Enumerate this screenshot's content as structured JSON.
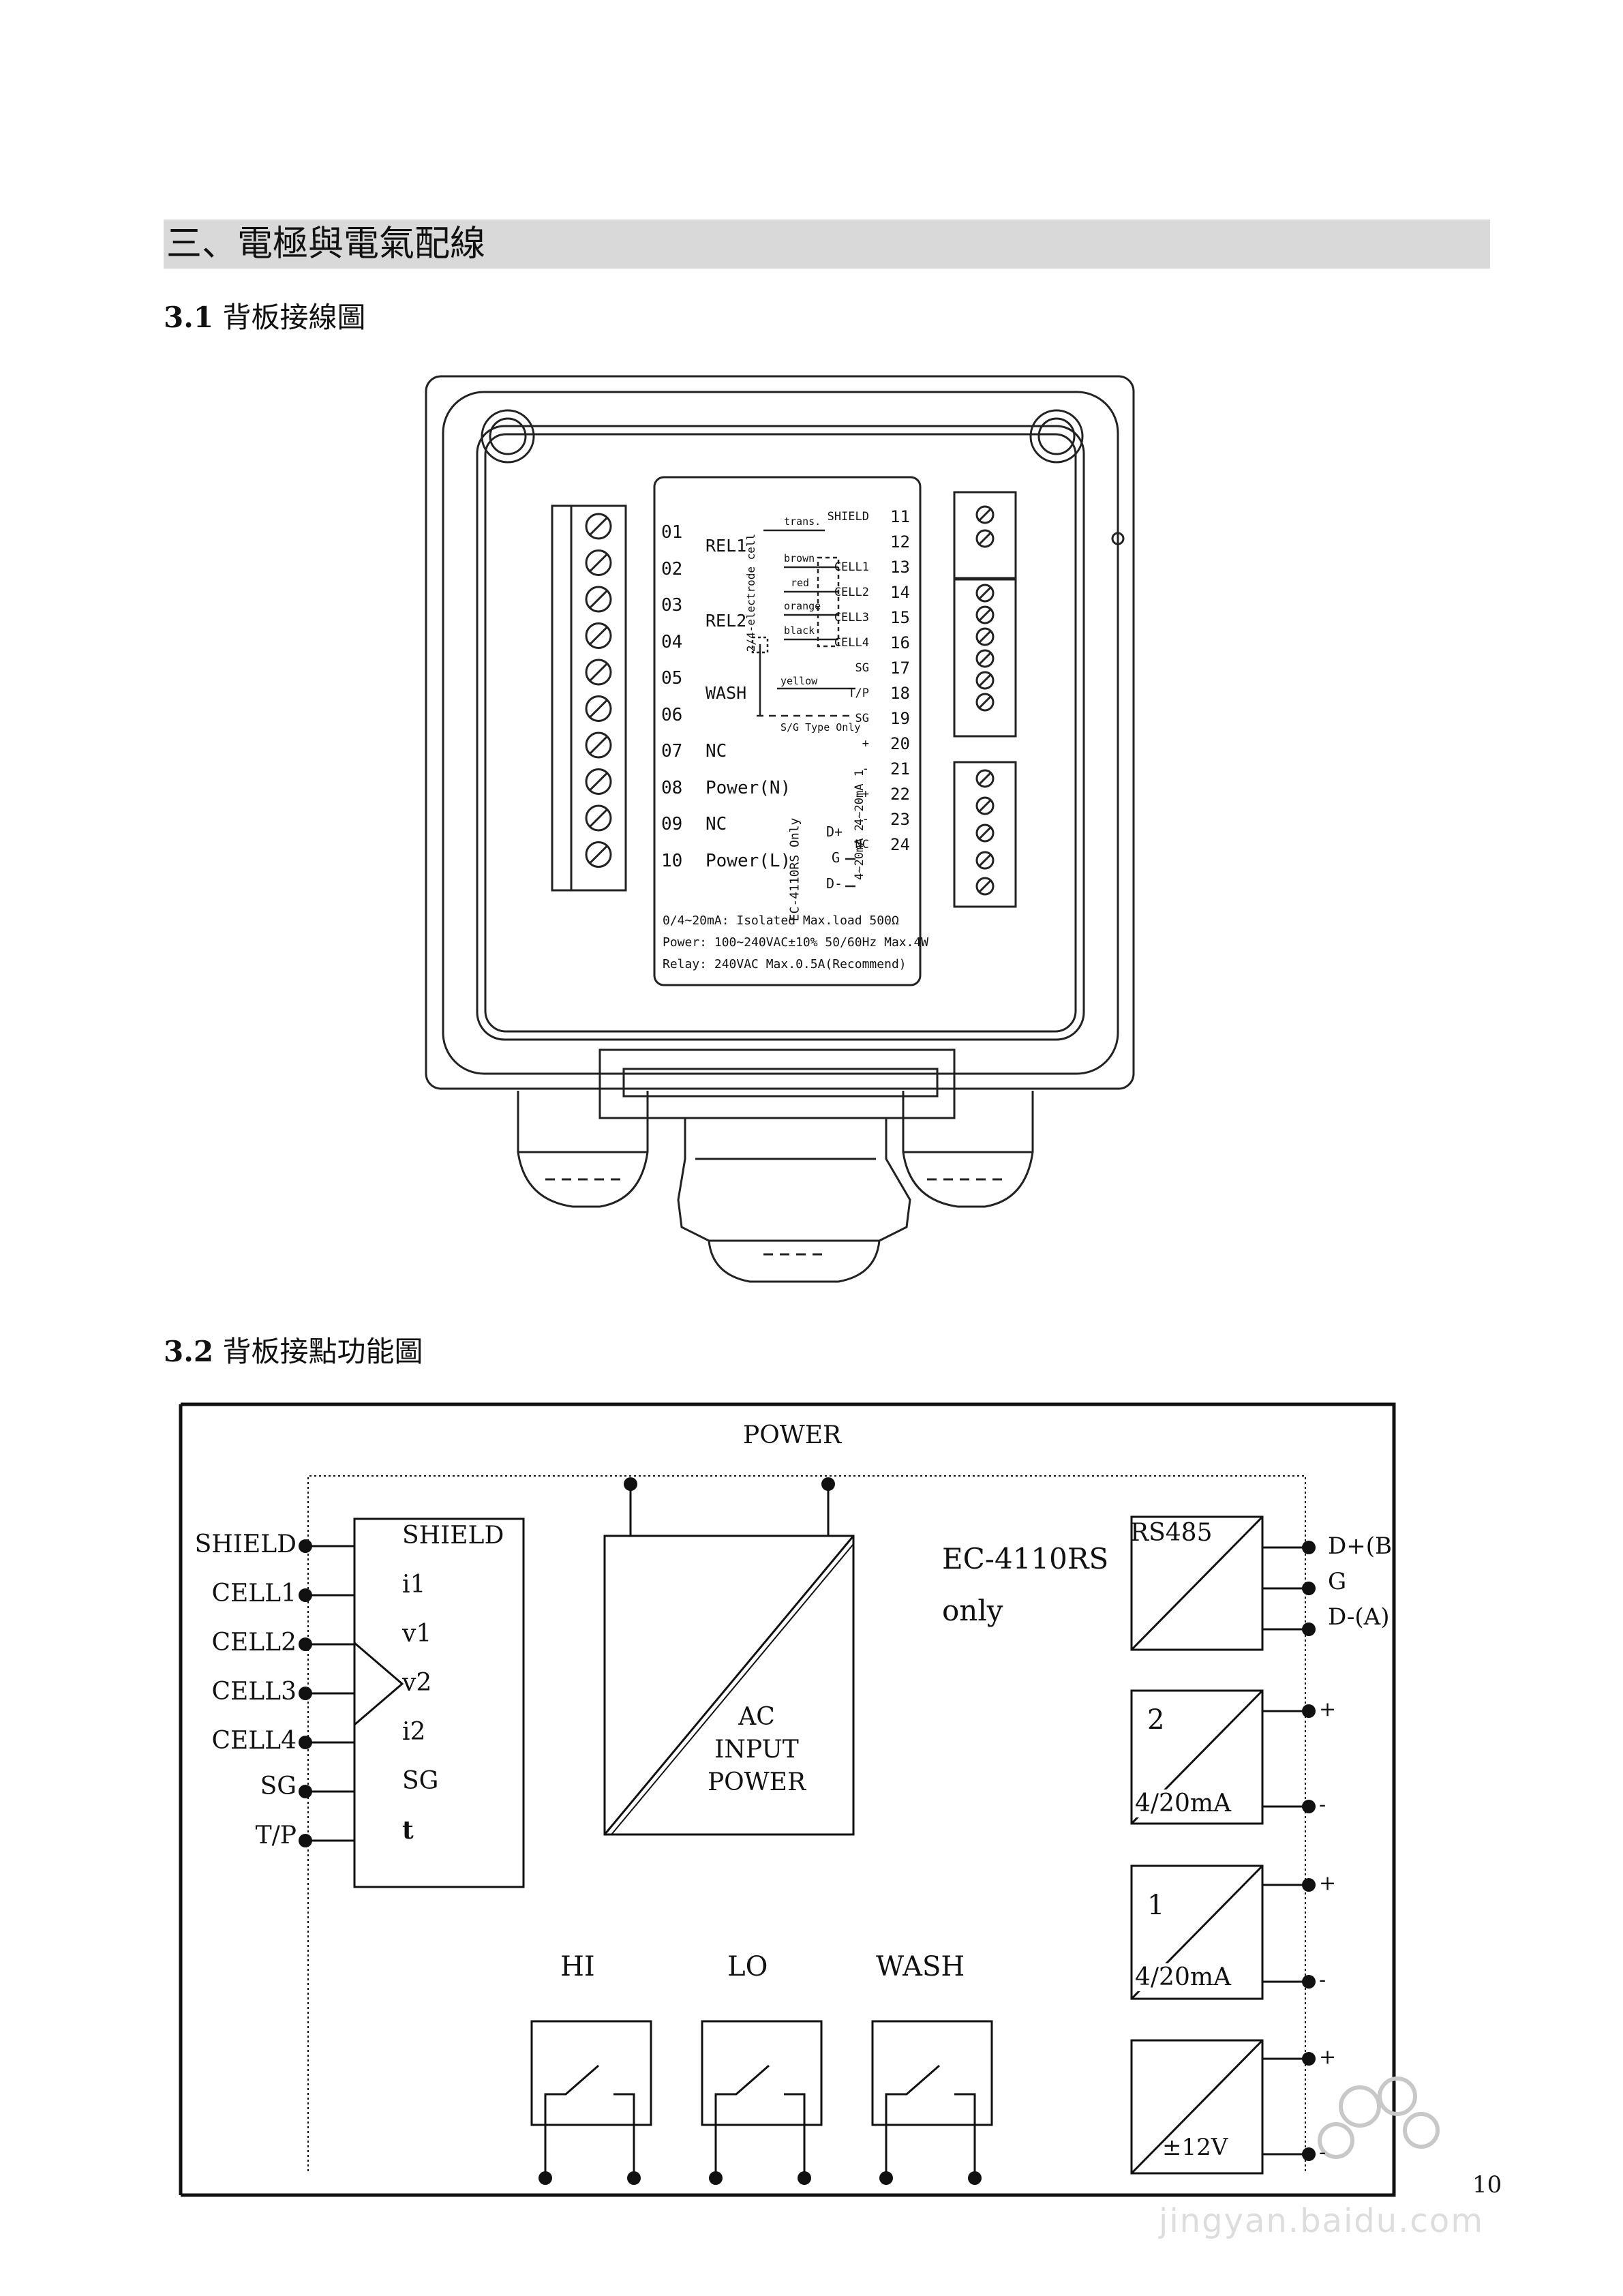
{
  "heading": "三、電極與電氣配線",
  "s1": {
    "number": "3.1",
    "title": "背板接線圖"
  },
  "s2": {
    "number": "3.2",
    "title": "背板接點功能圖"
  },
  "panel": {
    "left_terminals": [
      {
        "num": "01",
        "label": ""
      },
      {
        "num": "02",
        "label": ""
      },
      {
        "num": "03",
        "label": ""
      },
      {
        "num": "04",
        "label": ""
      },
      {
        "num": "05",
        "label": ""
      },
      {
        "num": "06",
        "label": ""
      },
      {
        "num": "07",
        "label": "NC"
      },
      {
        "num": "08",
        "label": "Power(N)"
      },
      {
        "num": "09",
        "label": "NC"
      },
      {
        "num": "10",
        "label": "Power(L)"
      }
    ],
    "relay_labels": [
      "REL1",
      "REL2",
      "WASH"
    ],
    "right_terminals": [
      {
        "num": "11",
        "label": "SHIELD"
      },
      {
        "num": "12",
        "label": ""
      },
      {
        "num": "13",
        "label": "CELL1"
      },
      {
        "num": "14",
        "label": "CELL2"
      },
      {
        "num": "15",
        "label": "CELL3"
      },
      {
        "num": "16",
        "label": "CELL4"
      },
      {
        "num": "17",
        "label": "SG"
      },
      {
        "num": "18",
        "label": "T/P"
      },
      {
        "num": "19",
        "label": "SG"
      },
      {
        "num": "20",
        "label": "+"
      },
      {
        "num": "21",
        "label": "-"
      },
      {
        "num": "22",
        "label": "+"
      },
      {
        "num": "23",
        "label": "-"
      },
      {
        "num": "24",
        "label": "NC"
      }
    ],
    "wire_colors": [
      "trans.",
      "brown",
      "red",
      "orange",
      "black",
      "yellow"
    ],
    "cell_type": "2/4-electrode cell",
    "sg_note": "S/G Type Only",
    "rs_only": "EC-4110RS Only",
    "rs_pins": [
      "D+",
      "G",
      "D-"
    ],
    "mA_1": "4~20mA 1",
    "mA_2": "4~20mA 2",
    "notes": [
      "0/4~20mA: Isolated Max.load 500Ω",
      "Power: 100~240VAC±10% 50/60Hz Max.4W",
      "Relay: 240VAC Max.0.5A(Recommend)"
    ]
  },
  "func": {
    "power": "POWER",
    "left_inputs": [
      "SHIELD",
      "CELL1",
      "CELL2",
      "CELL3",
      "CELL4",
      "SG",
      "T/P"
    ],
    "box_labels": [
      "SHIELD",
      "i1",
      "v1",
      "v2",
      "i2",
      "SG",
      "t"
    ],
    "ac_lines": [
      "AC",
      "INPUT",
      "POWER"
    ],
    "ec_model": "EC-4110RS",
    "ec_only": "only",
    "rs485": "RS485",
    "rs_outputs": [
      "D+(B",
      "G",
      "D-(A)"
    ],
    "out2_num": "2",
    "out1_num": "1",
    "out_mA": "4/20mA",
    "plus": "+",
    "minus": "-",
    "supply": "±12V",
    "relays": [
      "HI",
      "LO",
      "WASH"
    ]
  },
  "page_number": "10",
  "watermark": "jingyan.baidu.com"
}
